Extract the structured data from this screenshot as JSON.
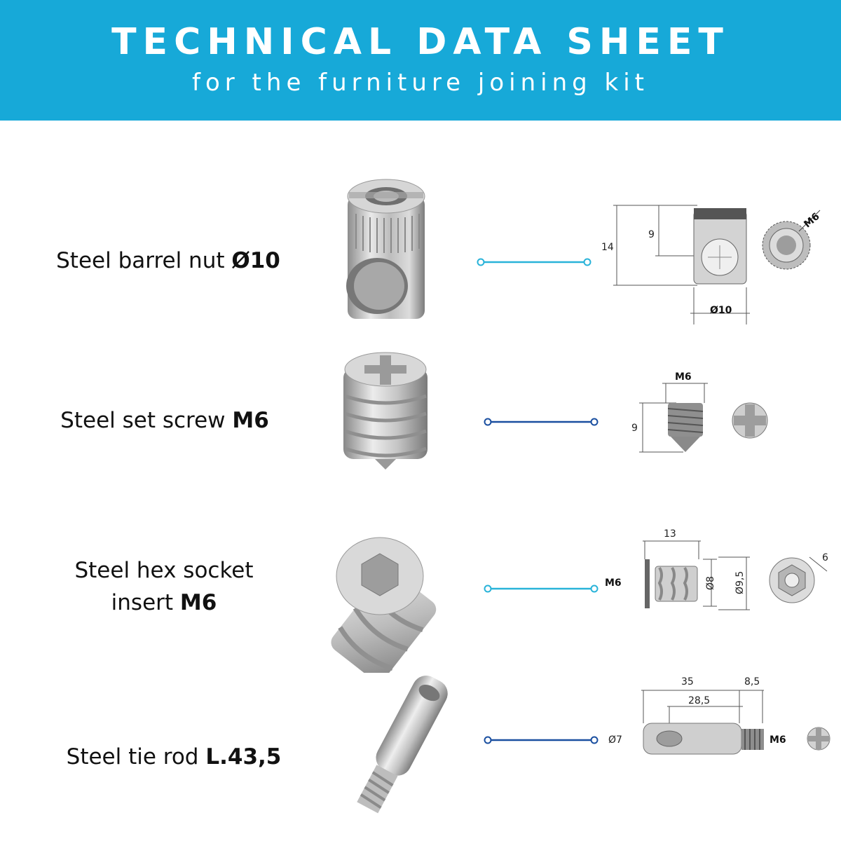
{
  "header": {
    "title": "TECHNICAL DATA SHEET",
    "subtitle": "for the furniture joining kit"
  },
  "colors": {
    "banner": "#17a9d8",
    "connector_light": "#29b3d9",
    "connector_dark": "#1a4fa0"
  },
  "items": [
    {
      "name": "Steel barrel nut ",
      "spec": "Ø10",
      "dims": {
        "height_total": "14",
        "height_axis": "9",
        "diameter": "Ø10",
        "thread": "M6"
      }
    },
    {
      "name": "Steel set screw ",
      "spec": "M6",
      "dims": {
        "thread": "M6",
        "length": "9"
      }
    },
    {
      "name_line1": "Steel hex socket",
      "name_line2": "insert ",
      "spec": "M6",
      "dims": {
        "length": "13",
        "thread": "M6",
        "inner": "Ø8",
        "outer": "Ø9,5",
        "hex": "6"
      }
    },
    {
      "name": "Steel tie rod ",
      "spec": "L.43,5",
      "dims": {
        "total": "35",
        "thread_len": "8,5",
        "hole_pos": "28,5",
        "diameter": "Ø7",
        "thread": "M6"
      }
    }
  ]
}
